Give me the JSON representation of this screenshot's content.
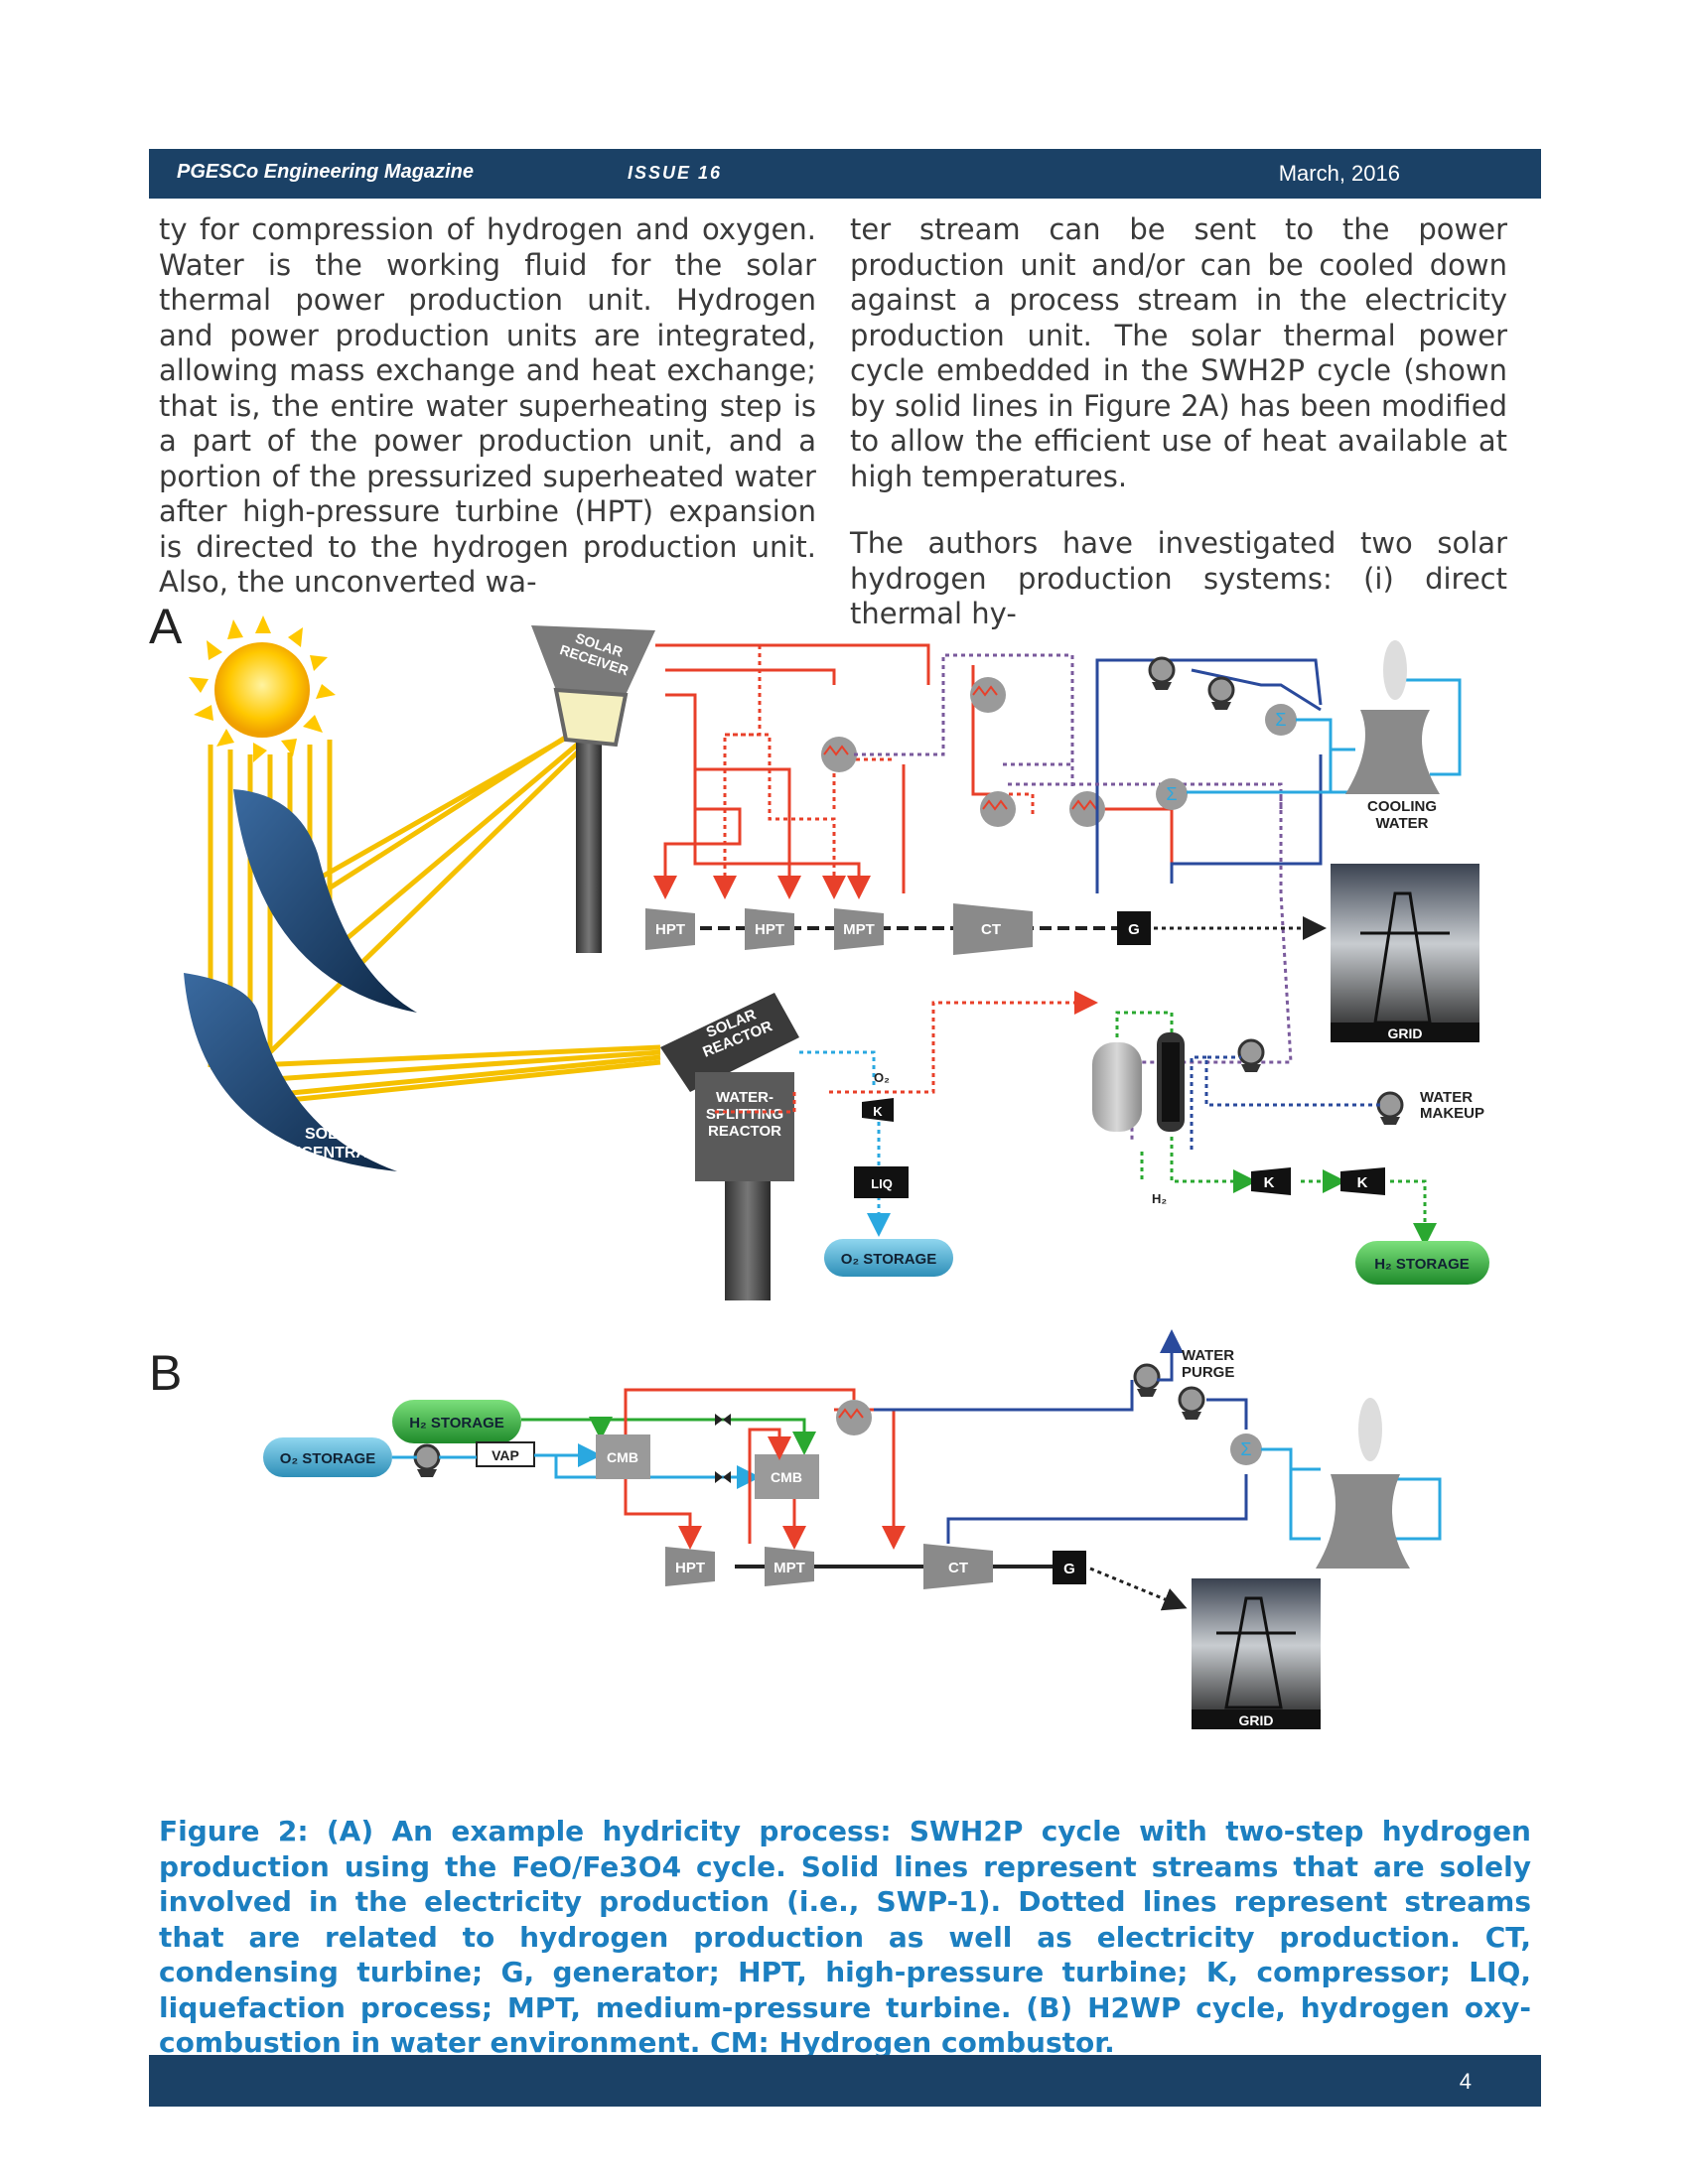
{
  "header": {
    "magazine": "PGESCo Engineering Magazine",
    "issue": "ISSUE 16",
    "date": "March, 2016"
  },
  "column1": {
    "p1": "ty for compression of hydrogen and oxygen. Water is the working fluid for the solar thermal power production unit. Hydrogen and power production units are integrated, allowing mass exchange and heat exchange; that is, the entire water superheating step is a part of the power production unit, and a portion of the pressurized superheated water after high-pressure turbine (HPT) expansion is directed to the hydrogen production unit. Also, the unconverted wa-"
  },
  "column2": {
    "p1": "ter stream can be sent to the power production unit and/or can be cooled down against a process stream in the electricity production unit. The solar thermal power cycle embedded in the SWH2P cycle (shown by solid lines in Figure 2A) has been modified to allow the efficient use of heat available at high temperatures.",
    "p2": "The authors have investigated two solar hydrogen production systems: (i) direct thermal hy-"
  },
  "figure": {
    "panel_a": "A",
    "panel_b": "B",
    "a": {
      "solar_receiver": [
        "SOLAR",
        "RECEIVER"
      ],
      "solar_reactor": [
        "SOLAR",
        "REACTOR"
      ],
      "water_splitting": [
        "WATER-",
        "SPLITTING",
        "REACTOR"
      ],
      "solar_concentrator": [
        "SOLAR",
        "CONCENTRATOR"
      ],
      "turbines": [
        "HPT",
        "HPT",
        "MPT",
        "CT"
      ],
      "generator": "G",
      "cooling_water": [
        "COOLING",
        "WATER"
      ],
      "grid": "GRID",
      "water_makeup": [
        "WATER",
        "MAKEUP"
      ],
      "compressor": "K",
      "liq": "LIQ",
      "o2": "O₂",
      "h2": "H₂",
      "o2_storage": "O₂ STORAGE",
      "h2_storage": "H₂ STORAGE"
    },
    "b": {
      "h2_storage": "H₂ STORAGE",
      "o2_storage": "O₂ STORAGE",
      "vap": "VAP",
      "cmb": "CMB",
      "turbines": [
        "HPT",
        "MPT",
        "CT"
      ],
      "generator": "G",
      "water_purge": [
        "WATER",
        "PURGE"
      ],
      "grid": "GRID"
    }
  },
  "caption": "Figure 2: (A) An example hydricity process: SWH2P cycle with two-step hydrogen production using the FeO/Fe3O4 cycle. Solid lines represent streams that are solely involved in the electricity production (i.e., SWP-1). Dotted lines represent streams that are related to hydrogen production as well as electricity production. CT, condensing turbine; G, generator; HPT, high-pressure turbine; K, compressor; LIQ, liquefaction process; MPT, medium-pressure turbine. (B) H2WP cycle, hydrogen oxy-combustion in water environment. CM: Hydrogen combustor.",
  "footer": {
    "page": "4"
  },
  "colors": {
    "header_bg": "#1b4166",
    "caption": "#1c7fc0",
    "red_stream": "#e8402a",
    "blue_stream": "#2a4a9c",
    "cyan_stream": "#2aa8e0",
    "green_stream": "#2aa830"
  }
}
